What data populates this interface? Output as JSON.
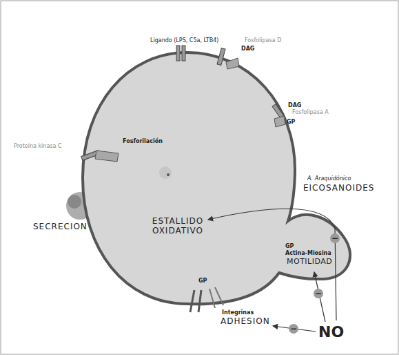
{
  "diagram": {
    "labels": [
      "Ligando (LPS, C5a, LTB4)",
      "Fosfolipasa D",
      "DAG",
      "Proteína kinasa C",
      "Fosforilación",
      "DAG",
      "Fosfolipasa A",
      "GP",
      "A. Araquidónico",
      "EICOSANOIDES",
      "SECRECION",
      "ESTALLIDO OXIDATIVO",
      "GP",
      "Actina-Miosina",
      "MOTILIDAD",
      "GP",
      "Integrinas",
      "ADHESION",
      "NO",
      "−",
      "−",
      "−"
    ]
  }
}
